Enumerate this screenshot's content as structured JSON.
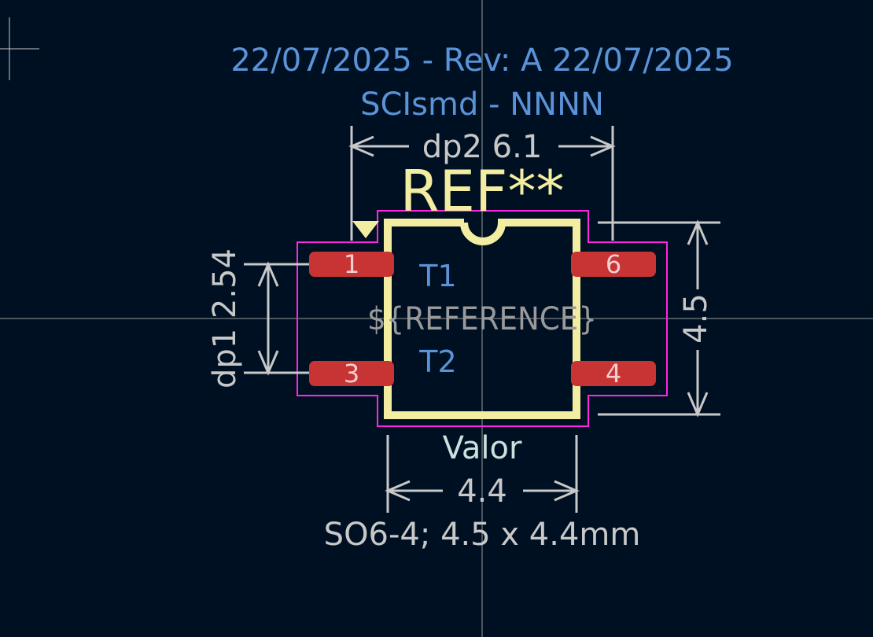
{
  "colors": {
    "background": "#001023",
    "crosshair": "#c8c8c8",
    "fab_text": "#5b93d8",
    "dimension": "#c8c8c8",
    "silkscreen": "#f2eda1",
    "courtyard": "#ff26e2",
    "pad": "#c83434",
    "pad_label": "#f2d0d0",
    "value_text": "#c8e2de"
  },
  "header": {
    "date_rev_line": "22/07/2025 - Rev: A 22/07/2025",
    "project_line": "SCIsmd - NNNN"
  },
  "footprint": {
    "reference": "REF**",
    "reference_fab": "${REFERENCE}",
    "value": "Valor",
    "description": "SO6-4; 4.5 x 4.4mm",
    "texts": [
      "T1",
      "T2"
    ]
  },
  "pads": [
    {
      "number": "1"
    },
    {
      "number": "3"
    },
    {
      "number": "6"
    },
    {
      "number": "4"
    }
  ],
  "dimensions": {
    "top": "dp2 6.1",
    "left": "dp1 2.54",
    "right": "4.5",
    "bottom": "4.4"
  },
  "icons": [
    "crosshair-icon",
    "pin1-marker-icon"
  ]
}
